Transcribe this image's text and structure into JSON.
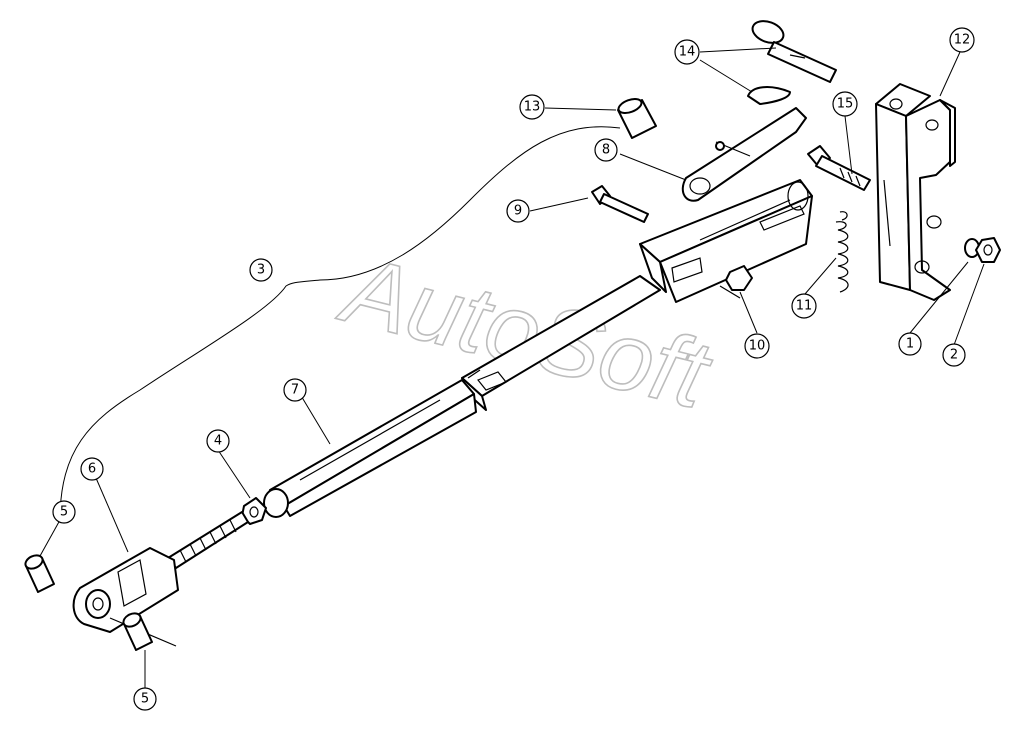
{
  "watermark": {
    "text": "AutoSoft",
    "color": "#bdbdbd"
  },
  "callouts": {
    "c1": "1",
    "c2": "2",
    "c3": "3",
    "c4": "4",
    "c5a": "5",
    "c5b": "5",
    "c6": "6",
    "c7": "7",
    "c8": "8",
    "c9": "9",
    "c10": "10",
    "c11": "11",
    "c12": "12",
    "c13": "13",
    "c14": "14",
    "c15": "15"
  }
}
